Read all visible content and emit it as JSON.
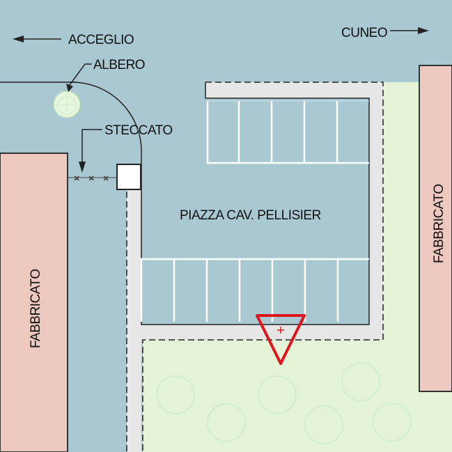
{
  "labels": {
    "acceglio": "ACCEGLIO",
    "cuneo": "CUNEO",
    "albero": "ALBERO",
    "steccato": "STECCATO",
    "piazza": "PIAZZA CAV. PELLISIER",
    "fabbricato_left": "FABBRICATO",
    "fabbricato_right": "FABBRICATO"
  },
  "colors": {
    "road": "#aac8d2",
    "grass": "#e4f3d6",
    "building": "#edc8bf",
    "building_stroke": "#333333",
    "sidewalk": "#e6e6e6",
    "line": "#222222",
    "parking_line": "#ffffff",
    "marker": "#e0151b",
    "tree_stroke": "#b7e0b7"
  },
  "icons": {
    "left_arrow": "arrow-left-icon",
    "right_arrow": "arrow-right-icon",
    "tree": "tree-icon",
    "marker": "location-marker-icon"
  }
}
